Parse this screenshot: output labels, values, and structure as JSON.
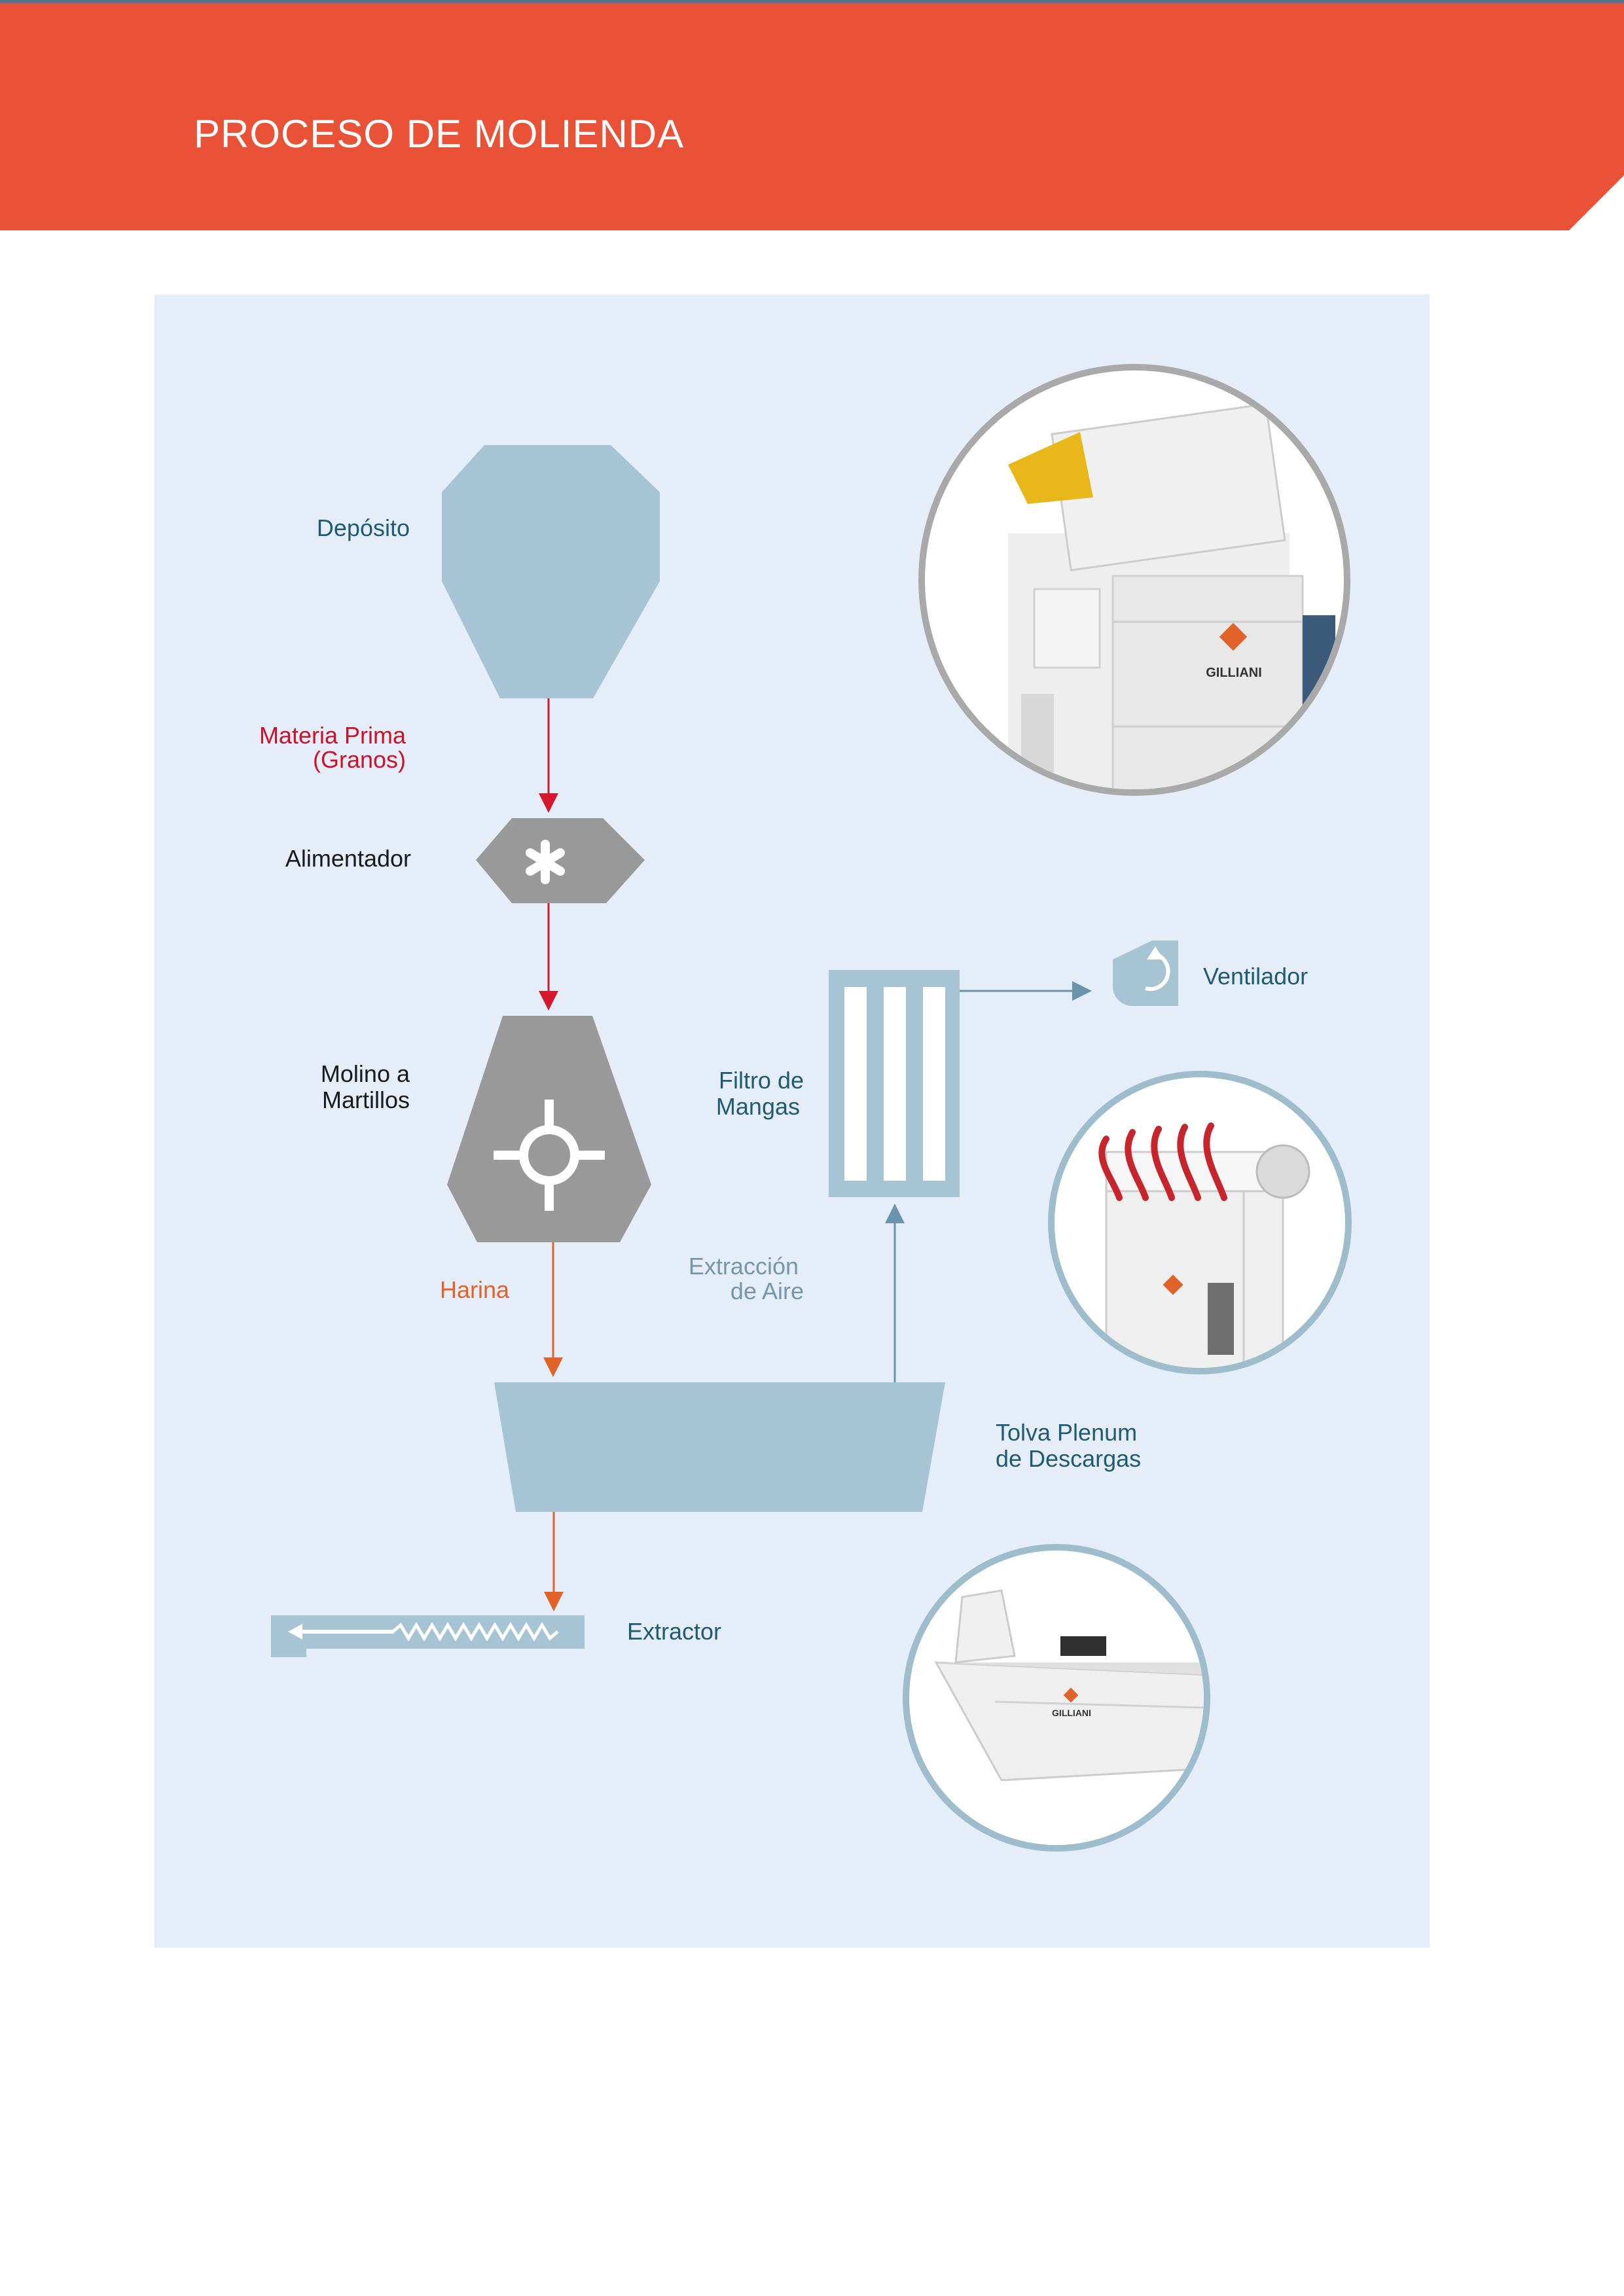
{
  "header": {
    "title": "PROCESO DE MOLIENDA"
  },
  "labels": {
    "deposito": "Depósito",
    "materia_prima_1": "Materia Prima",
    "materia_prima_2": "(Granos)",
    "alimentador": "Alimentador",
    "molino_1": "Molino a",
    "molino_2": "Martillos",
    "harina": "Harina",
    "filtro_1": "Filtro de",
    "filtro_2": "Mangas",
    "ventilador": "Ventilador",
    "extraccion_1": "Extracción",
    "extraccion_2": "de Aire",
    "tolva_1": "Tolva Plenum",
    "tolva_2": "de Descargas",
    "extractor": "Extractor"
  },
  "brand": {
    "logo_text": "GILLIANI"
  },
  "colors": {
    "banner": "#e95237",
    "panel": "#e5edf8",
    "equipment_blue": "#a6c4d4",
    "equipment_gray": "#999999",
    "flow_red": "#d5192c",
    "flow_orange": "#e2632a",
    "flow_blue": "#6a94ad",
    "text_teal": "#1f5b73"
  }
}
